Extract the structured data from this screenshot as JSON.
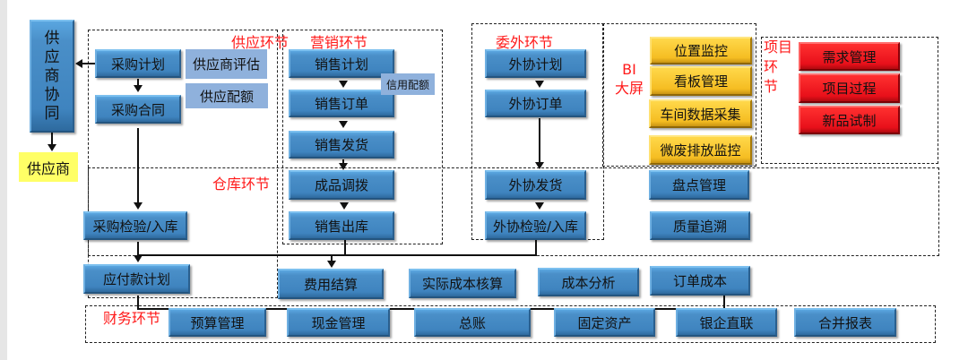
{
  "supplier": {
    "collab": "供应商协同",
    "supplier": "供应商"
  },
  "sections": {
    "supply": "供应环节",
    "marketing": "营销环节",
    "outsource": "委外环节",
    "bi": [
      "BI",
      "大屏"
    ],
    "project": [
      "项目",
      "环",
      "节"
    ],
    "warehouse": "仓库环节",
    "finance": "财务环节"
  },
  "supply": {
    "plan": "采购计划",
    "contract": "采购合同",
    "evaluate": "供应商评估",
    "quota": "供应配额",
    "inspect": "采购检验/入库",
    "payable": "应付款计划"
  },
  "marketing": {
    "plan": "销售计划",
    "credit": "信用配额",
    "order": "销售订单",
    "ship": "销售发货",
    "transfer": "成品调拨",
    "outbound": "销售出库"
  },
  "outsource": {
    "plan": "外协计划",
    "order": "外协订单",
    "ship": "外协发货",
    "inspect": "外协检验/入库"
  },
  "bi": [
    "位置监控",
    "看板管理",
    "车间数据采集",
    "微废排放监控"
  ],
  "project": [
    "需求管理",
    "项目过程",
    "新品试制"
  ],
  "warehouse": {
    "inventory": "盘点管理",
    "trace": "质量追溯"
  },
  "cost": [
    "费用结算",
    "实际成本核算",
    "成本分析",
    "订单成本"
  ],
  "finance": [
    "预算管理",
    "现金管理",
    "总账",
    "固定资产",
    "银企直联",
    "合并报表"
  ],
  "colors": {
    "blue": "#4a8fc8",
    "light_blue": "#8fb1dc",
    "gold": "#f5bd22",
    "red": "#e8101a",
    "label_red": "#ff1a1a",
    "supplier_yellow": "#ffff66"
  }
}
